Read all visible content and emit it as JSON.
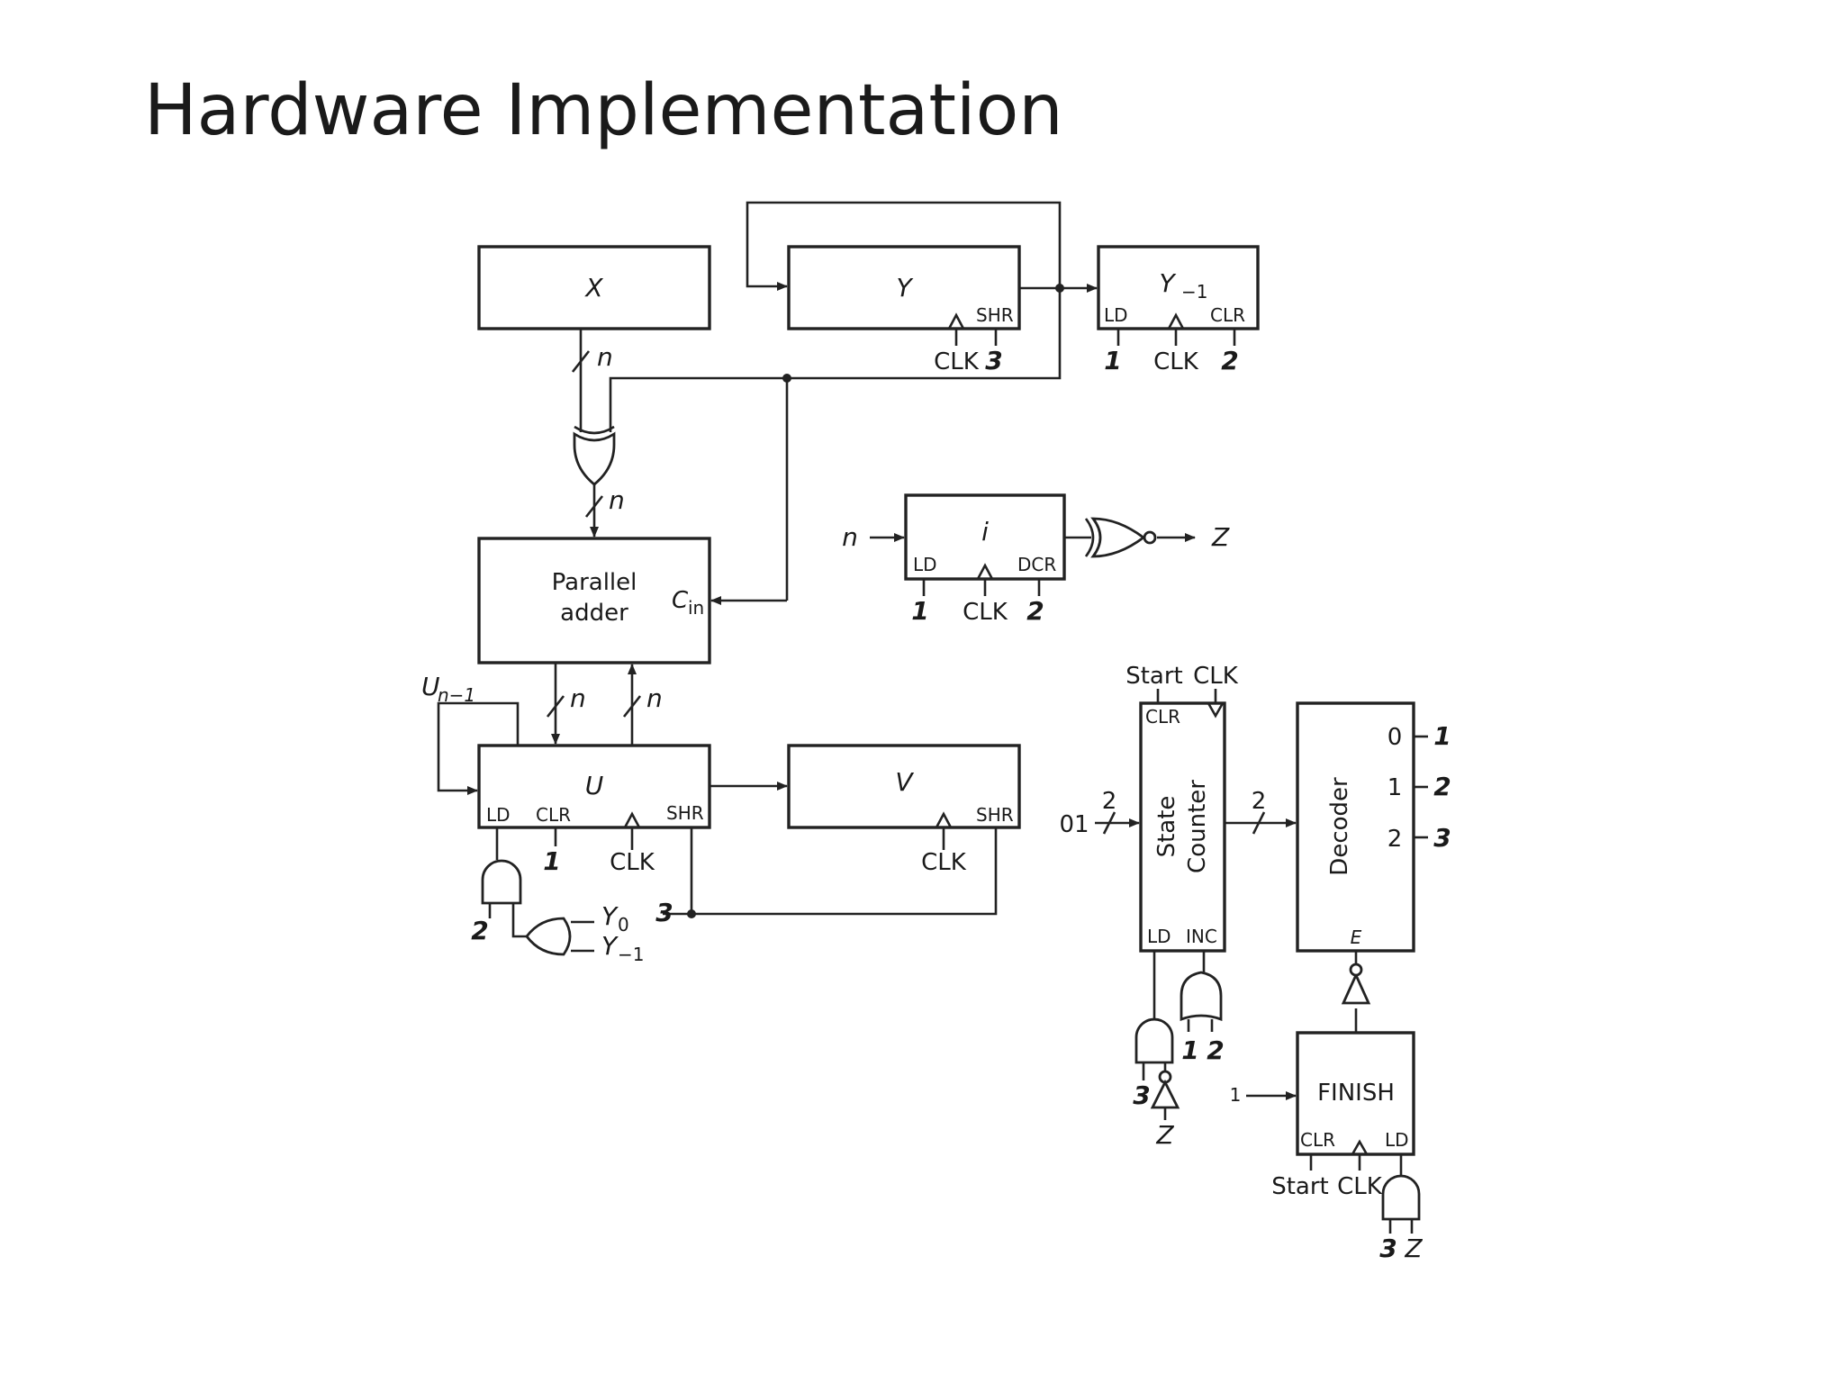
{
  "title": "Hardware Implementation",
  "labels": {
    "x_reg": "X",
    "y_reg": "Y",
    "y_prev_main": "Y",
    "y_prev_sub": "−1",
    "u_reg": "U",
    "v_reg": "V",
    "i_reg": "i",
    "adder_line1": "Parallel",
    "adder_line2": "adder",
    "cin_main": "C",
    "cin_sub": "in",
    "un1_main": "U",
    "un1_sub": "n−1",
    "y0_main": "Y",
    "y0_sub": "0",
    "ym1_main": "Y",
    "ym1_sub": "−1",
    "bus_n": "n",
    "z": "Z",
    "ld": "LD",
    "clr": "CLR",
    "shr": "SHR",
    "clk": "CLK",
    "dcr": "DCR",
    "inc": "INC",
    "start": "Start",
    "state": "State",
    "counter": "Counter",
    "decoder": "Decoder",
    "enable": "E",
    "finish": "FINISH",
    "const_01": "01",
    "const_1": "1",
    "two": "2",
    "s1": "1",
    "s2": "2",
    "s3": "3",
    "dec0": "0",
    "dec1": "1",
    "dec2": "2"
  },
  "colors": {
    "line": "#222222",
    "text": "#1a1a1a",
    "background": "#ffffff"
  }
}
